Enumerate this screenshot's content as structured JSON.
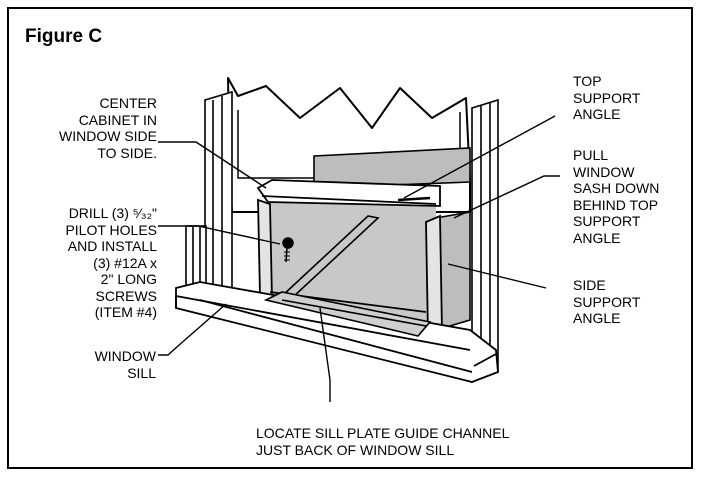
{
  "figure": {
    "title": "Figure C",
    "labels": {
      "center_cabinet": [
        "CENTER",
        "CABINET IN",
        "WINDOW SIDE",
        "TO SIDE."
      ],
      "drill": [
        "DRILL (3) ⁵⁄₃₂\"",
        "PILOT HOLES",
        "AND INSTALL",
        "(3) #12A x",
        "2\" LONG",
        "SCREWS",
        "(ITEM #4)"
      ],
      "window_sill": [
        "WINDOW",
        "SILL"
      ],
      "top_support": [
        "TOP",
        "SUPPORT",
        "ANGLE"
      ],
      "pull_window": [
        "PULL",
        "WINDOW",
        "SASH DOWN",
        "BEHIND TOP",
        "SUPPORT",
        "ANGLE"
      ],
      "side_support": [
        "SIDE",
        "SUPPORT",
        "ANGLE"
      ],
      "locate_sill": [
        "LOCATE SILL PLATE GUIDE CHANNEL",
        "JUST BACK OF WINDOW SILL"
      ]
    }
  }
}
